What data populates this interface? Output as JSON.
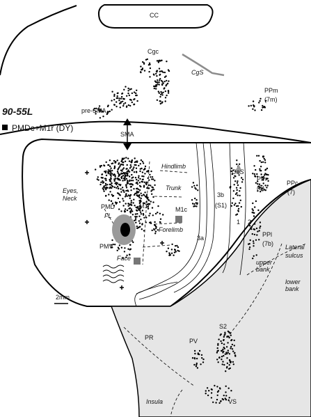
{
  "figure": {
    "case_id": "90-55L",
    "legend_text": "PMDc+M1r (DY)",
    "scale_bar_label": "2mm",
    "colors": {
      "outline": "#000000",
      "insula_fill": "#e6e6e6",
      "sulcus_line": "#8c8c8c",
      "injection_halo": "#9a9a9a",
      "marker_gray": "#777777"
    }
  },
  "labels": {
    "cc": "CC",
    "cgc": "Cgc",
    "cgs": "CgS",
    "ppm": "PPm",
    "ppm_sub": "(7m)",
    "presma": "pre-SMA",
    "sma": "SMA",
    "hindlimb": "Hindlimb",
    "trunk": "Trunk",
    "eyes": "Eyes,",
    "neck": "Neck",
    "pmd": "PMD",
    "m1r": "M1r",
    "m1c": "M1c",
    "fl": "FL",
    "forelimb": "Forelimb",
    "pmv": "PMV",
    "face": "Face",
    "ces": "CeS",
    "a3b": "3b",
    "a3b_sub": "(S1)",
    "a3a": "3a",
    "a1": "1",
    "a2": "2",
    "ppr": "PPr",
    "ppr_sub": "(5)",
    "ppc": "PPc",
    "ppc_sub": "(7)",
    "ppl": "PPl",
    "ppl_sub": "(7b)",
    "upper": "upper",
    "bank": "bank",
    "lateral": "Lateral",
    "sulcus": "sulcus",
    "lower": "lower",
    "lower_bank": "bank",
    "s2": "S2",
    "pr": "PR",
    "pv": "PV",
    "vs": "VS",
    "insula": "Insula"
  }
}
